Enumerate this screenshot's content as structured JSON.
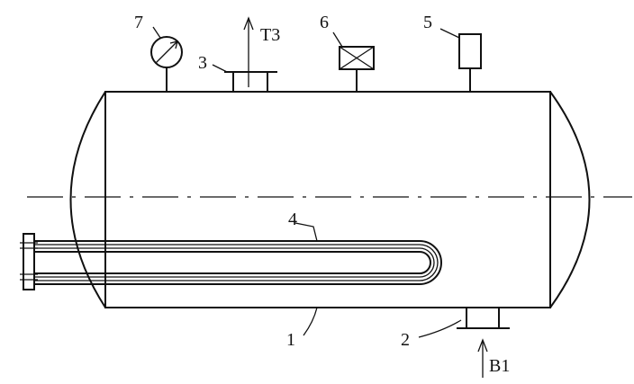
{
  "labels": {
    "vessel": "1",
    "inlet_nozzle": "2",
    "outlet_nozzle": "3",
    "heating_coil": "4",
    "level_sensor": "5",
    "valve": "6",
    "pressure_gauge": "7"
  },
  "flows": {
    "outlet": "T3",
    "inlet": "B1"
  },
  "icons": [
    "pressure-gauge-icon",
    "valve-icon",
    "sensor-icon",
    "arrow-up-icon"
  ],
  "colors": {
    "stroke": "#111111",
    "background": "#ffffff"
  }
}
